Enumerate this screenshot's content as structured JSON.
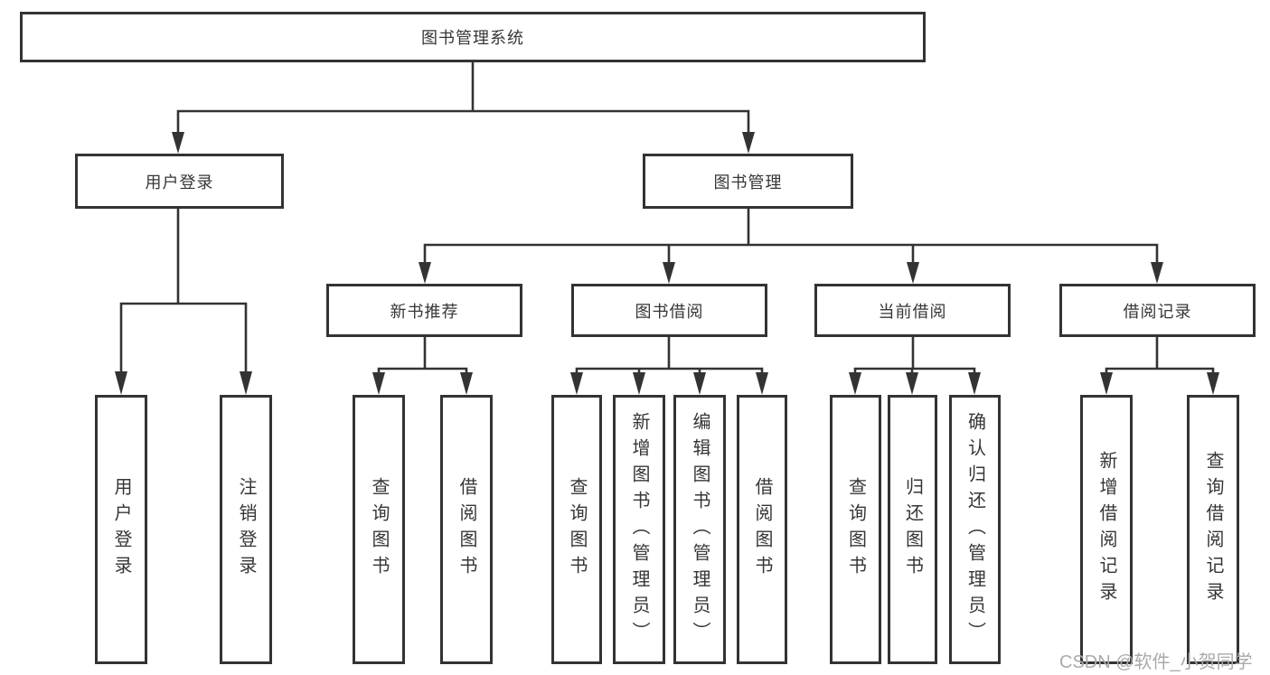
{
  "colors": {
    "line": "#333333",
    "box_border": "#333333",
    "text": "#363636",
    "background": "#ffffff",
    "watermark": "#aaaaaa"
  },
  "watermark": {
    "text": "CSDN @软件_小贺同学"
  },
  "tree": {
    "root": "图书管理系统",
    "branches": [
      {
        "label": "用户登录",
        "children": [
          {
            "label": "用户登录"
          },
          {
            "label": "注销登录"
          }
        ]
      },
      {
        "label": "图书管理",
        "children": [
          {
            "label": "新书推荐",
            "children": [
              {
                "label": "查询图书"
              },
              {
                "label": "借阅图书"
              }
            ]
          },
          {
            "label": "图书借阅",
            "children": [
              {
                "label": "查询图书"
              },
              {
                "label": "新增图书（管理员）"
              },
              {
                "label": "编辑图书（管理员）"
              },
              {
                "label": "借阅图书"
              }
            ]
          },
          {
            "label": "当前借阅",
            "children": [
              {
                "label": "查询图书"
              },
              {
                "label": "归还图书"
              },
              {
                "label": "确认归还（管理员）"
              }
            ]
          },
          {
            "label": "借阅记录",
            "children": [
              {
                "label": "新增借阅记录"
              },
              {
                "label": "查询借阅记录"
              }
            ]
          }
        ]
      }
    ]
  }
}
